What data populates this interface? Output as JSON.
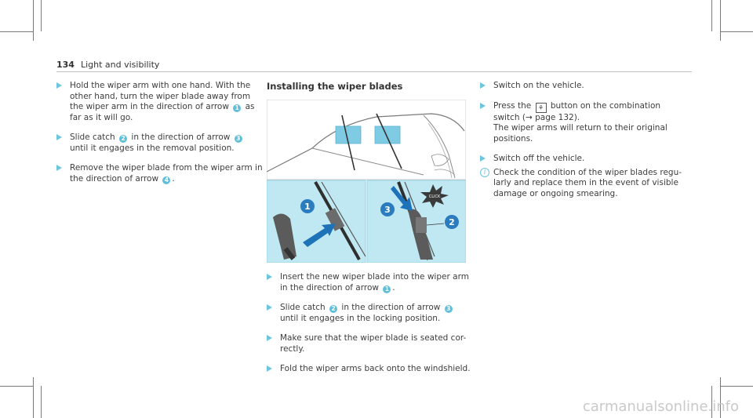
{
  "header": {
    "page_number": "134",
    "section": "Light and visibility"
  },
  "left_column": {
    "steps": [
      {
        "lines": [
          "Hold the wiper arm with one hand. With the",
          "other hand, turn the wiper blade away from",
          "the wiper arm in the direction of arrow ",
          " as",
          "far as it will go."
        ],
        "badge": "1"
      },
      {
        "lines": [
          "Slide catch ",
          " in the direction of arrow ",
          "until it engages in the removal position."
        ],
        "badges": [
          "2",
          "3"
        ]
      },
      {
        "lines": [
          "Remove the wiper blade from the wiper arm in",
          "the direction of arrow ",
          "."
        ],
        "badge": "4"
      }
    ]
  },
  "middle_column": {
    "title": "Installing the wiper blades",
    "figure": {
      "callouts": [
        "1",
        "2",
        "3"
      ],
      "click_label": "CLICK"
    },
    "steps": [
      {
        "lines": [
          "Insert the new wiper blade into the wiper arm",
          "in the direction of arrow ",
          "."
        ],
        "badge": "1"
      },
      {
        "lines": [
          "Slide catch ",
          " in the direction of arrow ",
          "until it engages in the locking position."
        ],
        "badges": [
          "2",
          "3"
        ]
      },
      {
        "lines": [
          "Make sure that the wiper blade is seated cor-",
          "rectly."
        ]
      },
      {
        "lines": [
          "Fold the wiper arms back onto the windshield."
        ]
      }
    ]
  },
  "right_column": {
    "steps": [
      {
        "lines": [
          "Switch on the vehicle."
        ]
      },
      {
        "lines": [
          "Press the ",
          " button on the combination",
          "switch (→ page 132).",
          "The wiper arms will return to their original",
          "positions."
        ],
        "symbol": "⚘"
      },
      {
        "lines": [
          "Switch off the vehicle."
        ]
      }
    ],
    "info": {
      "lines": [
        "Check the condition of the wiper blades regu-",
        "larly and replace them in the event of visible",
        "damage or ongoing smearing."
      ]
    }
  },
  "watermark": "carmanualsonline.info",
  "colors": {
    "accent": "#6cc6df",
    "figure_bg": "#bfe8f3"
  }
}
